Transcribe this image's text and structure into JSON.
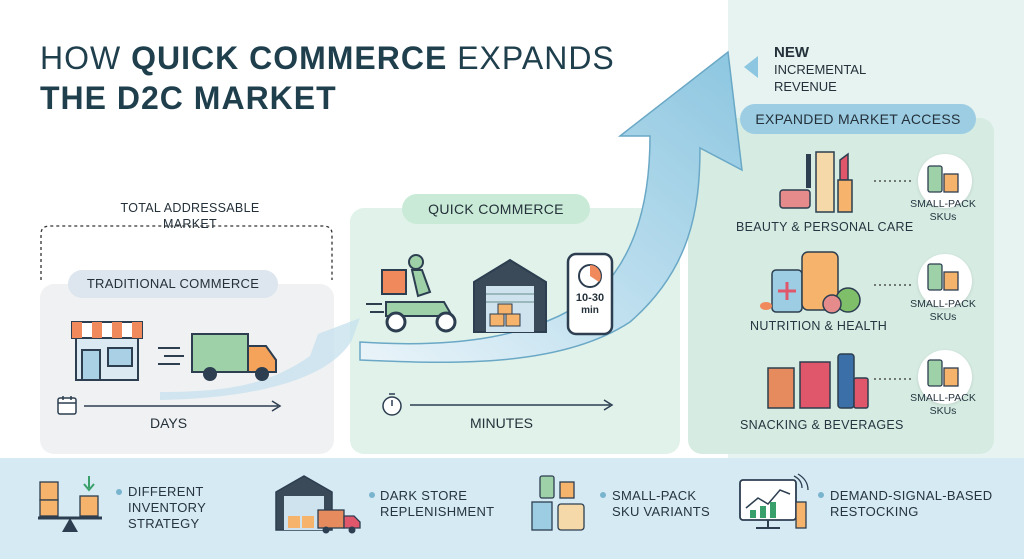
{
  "title": {
    "line1_light": "HOW ",
    "line1_bold": "QUICK COMMERCE",
    "line1_end": " EXPANDS",
    "line2": "THE D2C MARKET"
  },
  "tam": {
    "line1": "TOTAL ADDRESSABLE",
    "line2": "MARKET"
  },
  "traditional": {
    "label": "TRADITIONAL COMMERCE",
    "speed": "DAYS"
  },
  "quick": {
    "label": "QUICK COMMERCE",
    "speed": "MINUTES",
    "delivery_time": "10-30",
    "delivery_unit": "min"
  },
  "revenue": {
    "line1": "NEW",
    "line2": "INCREMENTAL",
    "line3": "REVENUE"
  },
  "expanded": {
    "label": "EXPANDED MARKET ACCESS",
    "categories": [
      {
        "name": "BEAUTY & PERSONAL CARE",
        "sku1": "SMALL-PACK",
        "sku2": "SKUs"
      },
      {
        "name": "NUTRITION & HEALTH",
        "sku1": "SMALL-PACK",
        "sku2": "SKUs"
      },
      {
        "name": "SNACKING & BEVERAGES",
        "sku1": "SMALL-PACK",
        "sku2": "SKUs"
      }
    ]
  },
  "features": [
    {
      "line1": "DIFFERENT",
      "line2": "INVENTORY",
      "line3": "STRATEGY"
    },
    {
      "line1": "DARK STORE",
      "line2": "REPLENISHMENT"
    },
    {
      "line1": "SMALL-PACK",
      "line2": "SKU VARIANTS"
    },
    {
      "line1": "DEMAND-SIGNAL-BASED",
      "line2": "RESTOCKING"
    }
  ],
  "colors": {
    "accent_blue": "#8cc6e0",
    "traditional_panel": "#f0f1f3",
    "quick_panel": "#e0f2ea",
    "expanded_panel": "#dcefe6",
    "title": "#1f3f4d"
  }
}
